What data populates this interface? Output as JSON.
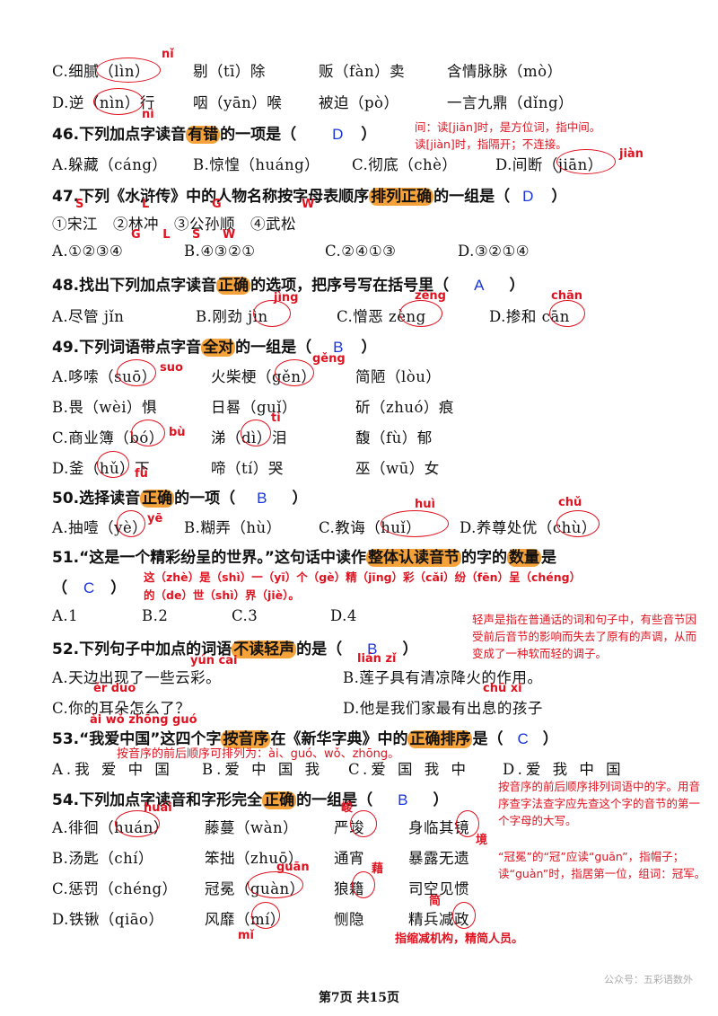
{
  "top_lines": [
    [
      "C.细腻（lìn）",
      "剔（tī）除",
      "贩（fàn）卖",
      "含情脉脉（mò）"
    ],
    [
      "D.逆（nìn）行",
      "咽（yān）喉",
      "被迫（pò）",
      "一言九鼎（dǐng）"
    ]
  ],
  "q46": {
    "title_pre": "46.下列加点字读音",
    "title_hl": "有错",
    "title_post": "的一项是（",
    "answer": "D",
    "close": "）",
    "options": [
      "A.躲藏（cáng）",
      "B.惊惶（huáng）",
      "C.彻底（chè）",
      "D.间断（jiān）"
    ],
    "note1": "间：读[jiān]时，是方位词，指中间。",
    "note2": "读[jiàn]时，指隔开；不连接。"
  },
  "q47": {
    "title_pre": "47.下列《水浒传》中的人物名称按字母表顺序",
    "title_hl": "排列正确",
    "title_post": "的一组是（",
    "answer": "D",
    "close": "）",
    "names": "①宋江　②林冲　③公孙顺　④武松",
    "options": [
      "A.①②③④",
      "B.④③②①",
      "C.②④①③",
      "D.③②①④"
    ],
    "letters_top": [
      "S",
      "L",
      "G",
      "W"
    ],
    "letters_bottom": "G L S W"
  },
  "q48": {
    "title_pre": "48.找出下列加点字读音",
    "title_hl": "正确",
    "title_post": "的选项，把序号写在括号里（",
    "answer": "A",
    "close": "）",
    "options": [
      "A.尽管 jǐn",
      "B.刚劲 jìn",
      "C.憎恶 zèng",
      "D.掺和 cān"
    ],
    "notes": [
      "jìng",
      "zēng",
      "chān"
    ]
  },
  "q49": {
    "title_pre": "49.下列词语带点字音",
    "title_hl": "全对",
    "title_post": "的一组是（",
    "answer": "B",
    "close": "）",
    "rows": [
      [
        "A.哆嗦（suō）",
        "火柴梗（gěn）",
        "简陋（lòu）"
      ],
      [
        "B.畏（wèi）惧",
        "日晷（guǐ）",
        "斫（zhuó）痕"
      ],
      [
        "C.商业簿（bó）",
        "涕（dì）泪",
        "馥（fù）郁"
      ],
      [
        "D.釜（hǔ）下",
        "啼（tí）哭",
        "巫（wū）女"
      ]
    ],
    "notes": [
      "suo",
      "gěng",
      "bù",
      "tì",
      "fǔ"
    ]
  },
  "q50": {
    "title_pre": "50.选择读音",
    "title_hl": "正确",
    "title_post": "的一项（",
    "answer": "B",
    "close": "）",
    "options": [
      "A.抽噎（yè）",
      "B.糊弄（hù）",
      "C.教诲（huǐ）",
      "D.养尊处优（chù）"
    ],
    "notes": [
      "yē",
      "huì",
      "chǔ"
    ]
  },
  "q51": {
    "title_pre": "51.“这是一个精彩纷呈的世界。”这句话中读作",
    "title_hl": "整体认读音节",
    "title_mid": "的字的",
    "title_hl2": "数量",
    "title_post": "是",
    "open": "（",
    "answer": "C",
    "close": "）",
    "note1": "这（zhè）是（shì）一（yī）个（gè）精（jīng）彩（cǎi）纷（fēn）呈（chéng）",
    "note2": "的（de）世（shì）界（jiè）。",
    "options": [
      "A.1",
      "B.2",
      "C.3",
      "D.4"
    ],
    "side_note": "轻声是指在普通话的词和句子中，有些音节因受前后音节的影响而失去了原有的声调，从而变成了一种软而轻的调子。"
  },
  "q52": {
    "title_pre": "52.下列句子中加点的词语",
    "title_hl": "不读轻声",
    "title_post": "的是（",
    "answer": "B",
    "close": "）",
    "options": [
      "A.天边出现了一些云彩。",
      "B.莲子具有清凉降火的作用。",
      "C.你的耳朵怎么了？",
      "D.他是我们家最有出息的孩子"
    ],
    "notes": [
      "yún cai",
      "lián zǐ",
      "ěr duo",
      "chū xi"
    ]
  },
  "q53": {
    "pinyin": "ài wǒ zhōng guó",
    "title_pre": "53.“我爱中国”这四个字",
    "title_hl": "按音序",
    "title_mid": "在《新华字典》中的",
    "title_hl2": "正确排序",
    "title_post": "是（",
    "answer": "C",
    "close": "）",
    "note": "按音序的前后顺序可排列为：ài、guó、wǒ、zhōng。",
    "options": [
      "A.我 爱 中 国",
      "B.爱 中 国 我",
      "C.爱 国 我 中",
      "D.爱 我 中 国"
    ]
  },
  "q54": {
    "title_pre": "54.下列加点字读音和字形完全",
    "title_hl": "正确",
    "title_post": "的一组是（",
    "answer": "B",
    "close": "）",
    "rows": [
      [
        "A.徘徊（huán）",
        "藤蔓（wàn）",
        "严竣",
        "身临其镜"
      ],
      [
        "B.汤匙（chí）",
        "笨拙（zhuō）",
        "通宵",
        "暴露无遗"
      ],
      [
        "C.惩罚（chéng）",
        "冠冕（guàn）",
        "狼籍",
        "司空见惯"
      ],
      [
        "D.铁锹（qiāo）",
        "风靡（mí）",
        "恻隐",
        "精兵减政"
      ]
    ],
    "notes": [
      "huái",
      "峻",
      "境",
      "guān",
      "藉",
      "简",
      "mǐ"
    ],
    "side_note1": "按音序的前后顺序排列词语中的字。用音序查字法查字应先查这个字的音节的第一个字母的大写。",
    "side_note2": "“冠冕”的“冠”应读“guān”，指帽子；读“guàn”时，指居第一位，组词：冠军。",
    "side_note3": "指缩减机构，精简人员。"
  },
  "footer": "第7页 共15页",
  "watermark": "公众号：五彩语数外"
}
